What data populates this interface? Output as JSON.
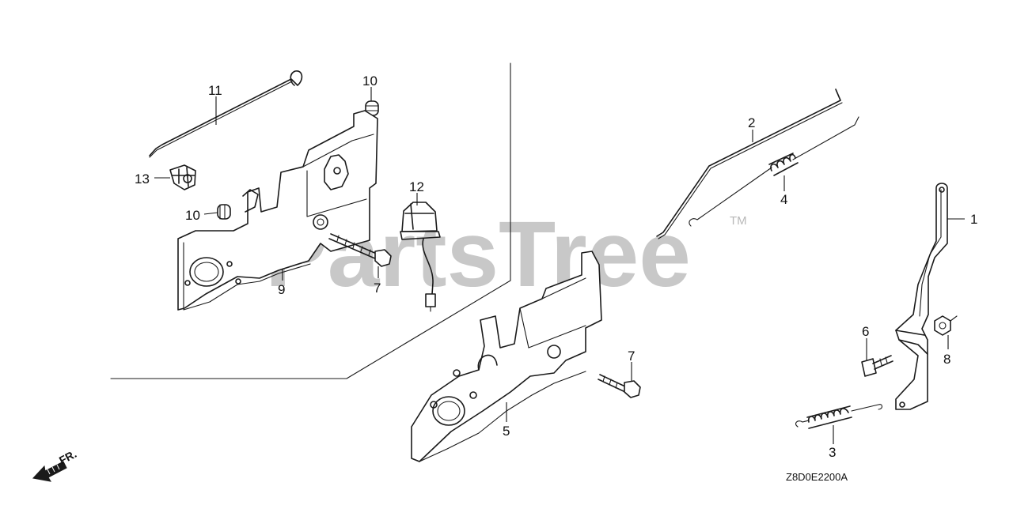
{
  "watermark": {
    "text": "PartsTree",
    "trademark": "TM"
  },
  "diagram_code": "Z8D0E2200A",
  "direction_label": "FR.",
  "callouts": [
    {
      "id": "c11",
      "label": "11"
    },
    {
      "id": "c10a",
      "label": "10"
    },
    {
      "id": "c13",
      "label": "13"
    },
    {
      "id": "c10b",
      "label": "10"
    },
    {
      "id": "c12",
      "label": "12"
    },
    {
      "id": "c9",
      "label": "9"
    },
    {
      "id": "c7a",
      "label": "7"
    },
    {
      "id": "c2",
      "label": "2"
    },
    {
      "id": "c4",
      "label": "4"
    },
    {
      "id": "c1",
      "label": "1"
    },
    {
      "id": "c7b",
      "label": "7"
    },
    {
      "id": "c5",
      "label": "5"
    },
    {
      "id": "c6",
      "label": "6"
    },
    {
      "id": "c8",
      "label": "8"
    },
    {
      "id": "c3",
      "label": "3"
    }
  ]
}
